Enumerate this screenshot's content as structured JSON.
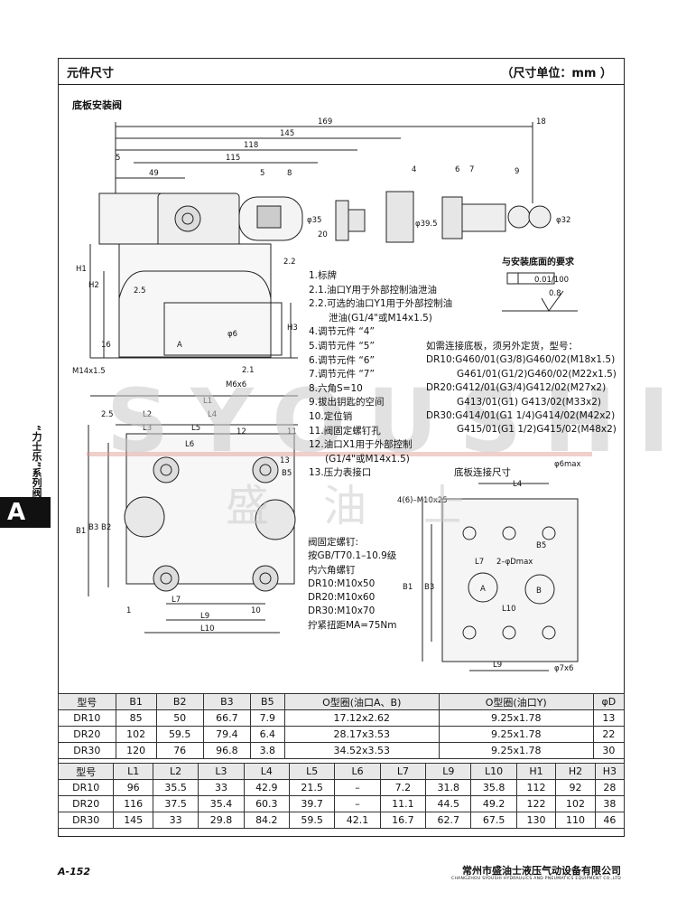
{
  "header": {
    "title": "元件尺寸",
    "unit": "（尺寸单位：mm ）"
  },
  "subtitle": "底板安装阀",
  "dims_top": [
    "169",
    "145",
    "118",
    "115",
    "49",
    "5",
    "5",
    "8",
    "4",
    "18",
    "9",
    "6",
    "7",
    "φ35",
    "φ39.5",
    "φ32",
    "20",
    "2.2",
    "H1",
    "H2",
    "H3",
    "2.5",
    "16",
    "M14x1.5",
    "φ6",
    "2.1",
    "M6x6",
    "A"
  ],
  "legend": [
    "1.标牌",
    "2.1.油口Y用于外部控制油泄油",
    "2.2.可选的油口Y1用于外部控制油",
    "泄油(G1/4\"或M14x1.5)",
    "4.调节元件 “4”",
    "5.调节元件 “5”",
    "6.调节元件 “6”",
    "7.调节元件 “7”",
    "8.六角S=10",
    "9.拔出钥匙的空间",
    "10.定位销",
    "11.阀固定螺钉孔",
    "12.油口X1用于外部控制",
    "(G1/4\"或M14x1.5)",
    "13.压力表接口"
  ],
  "mount_req": {
    "title": "与安装底面的要求",
    "flatness": "0.01/100",
    "rough": "0.8"
  },
  "connection": {
    "title": "如需连接底板，须另外定货，型号：",
    "rows": [
      "DR10:G460/01(G3/8)G460/02(M18x1.5)",
      "G461/01(G1/2)G460/02(M22x1.5)",
      "DR20:G412/01(G3/4)G412/02(M27x2)",
      "G413/01(G1)  G413/02(M33x2)",
      "DR30:G414/01(G1 1/4)G414/02(M42x2)",
      "G415/01(G1 1/2)G415/02(M48x2)"
    ]
  },
  "base_dims_title": "底板连接尺寸",
  "base_dims": [
    "φ6max",
    "L4",
    "4(6)–M10x25",
    "B5",
    "L7",
    "2–φDmax",
    "B1",
    "B3",
    "A",
    "B",
    "L10",
    "L9",
    "φ7x6"
  ],
  "front_dims": [
    "L1",
    "2.5",
    "L2",
    "L3",
    "L4",
    "L5",
    "L6",
    "12",
    "11",
    "13",
    "B5",
    "B1",
    "B3",
    "B2",
    "1",
    "L7",
    "L9",
    "L10",
    "10"
  ],
  "screws": [
    "阀固定螺钉:",
    "按GB/T70.1–10.9级",
    "内六角螺钉",
    "DR10:M10x50",
    "DR20:M10x60",
    "DR30:M10x70",
    "拧紧扭距MA=75Nm"
  ],
  "table1": {
    "headers": [
      "型号",
      "B1",
      "B2",
      "B3",
      "B5",
      "O型圈(油口A、B)",
      "O型圈(油口Y)",
      "φD"
    ],
    "rows": [
      [
        "DR10",
        "85",
        "50",
        "66.7",
        "7.9",
        "17.12x2.62",
        "9.25x1.78",
        "13"
      ],
      [
        "DR20",
        "102",
        "59.5",
        "79.4",
        "6.4",
        "28.17x3.53",
        "9.25x1.78",
        "22"
      ],
      [
        "DR30",
        "120",
        "76",
        "96.8",
        "3.8",
        "34.52x3.53",
        "9.25x1.78",
        "30"
      ]
    ]
  },
  "table2": {
    "headers": [
      "型号",
      "L1",
      "L2",
      "L3",
      "L4",
      "L5",
      "L6",
      "L7",
      "L9",
      "L10",
      "H1",
      "H2",
      "H3"
    ],
    "rows": [
      [
        "DR10",
        "96",
        "35.5",
        "33",
        "42.9",
        "21.5",
        "–",
        "7.2",
        "31.8",
        "35.8",
        "112",
        "92",
        "28"
      ],
      [
        "DR20",
        "116",
        "37.5",
        "35.4",
        "60.3",
        "39.7",
        "–",
        "11.1",
        "44.5",
        "49.2",
        "122",
        "102",
        "38"
      ],
      [
        "DR30",
        "145",
        "33",
        "29.8",
        "84.2",
        "59.5",
        "42.1",
        "16.7",
        "62.7",
        "67.5",
        "130",
        "110",
        "46"
      ]
    ]
  },
  "side": {
    "letter": "A",
    "label": "“力士乐”系列阀"
  },
  "watermark": {
    "brand": "SYOUSHI",
    "cn": "盛油士"
  },
  "footer": {
    "page": "A-152",
    "company": "常州市盛油士液压气动设备有限公司",
    "company_en": "CHANGZHOU SYOUSHI HYDRAULICS AND PNEUMATICS EQUIPMENT CO.,LTD"
  }
}
